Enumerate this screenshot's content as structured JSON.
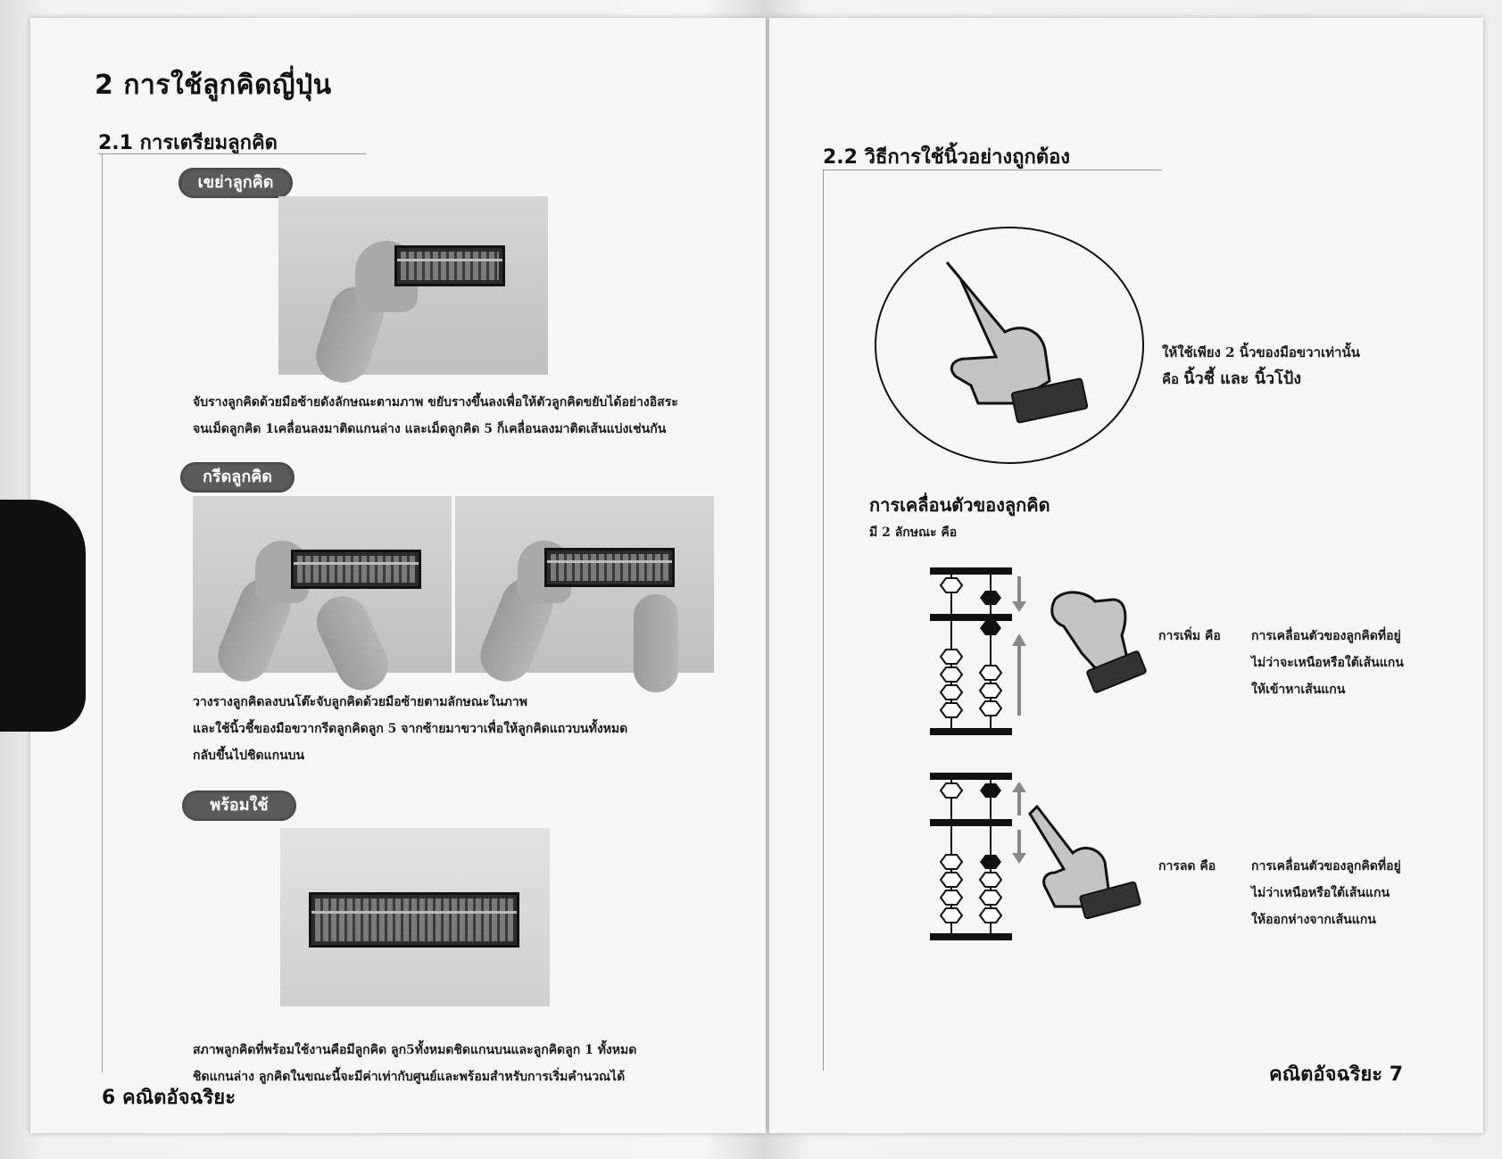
{
  "left": {
    "section_title": "2  การใช้ลูกคิดญี่ปุ่น",
    "subsection_title": "2.1 การเตรียมลูกคิด",
    "step1": {
      "label": "เขย่าลูกคิด",
      "caption_line1": "จับรางลูกคิดด้วยมือซ้ายดังลักษณะตามภาพ  ขยับรางขึ้นลงเพื่อให้ตัวลูกคิดขยับได้อย่างอิสระ",
      "caption_line2": "จนเม็ดลูกคิด 1เคลื่อนลงมาติดแกนล่าง และเม็ดลูกคิด 5 ก็เคลื่อนลงมาติดเส้นแบ่งเช่นกัน"
    },
    "step2": {
      "label": "กรีดลูกคิด",
      "caption_line1": "วางรางลูกคิดลงบนโต๊ะจับลูกคิดด้วยมือซ้ายตามลักษณะในภาพ",
      "caption_line2": "และใช้นิ้วชี้ของมือขวากรีดลูกคิดลูก  5  จากซ้ายมาขวาเพื่อให้ลูกคิดแถวบนทั้งหมด",
      "caption_line3": "กลับขึ้นไปชิดแกนบน"
    },
    "step3": {
      "label": "พร้อมใช้",
      "caption_line1": "สภาพลูกคิดที่พร้อมใช้งานคือมีลูกคิด  ลูก5ทั้งหมดชิดแกนบนและลูกคิดลูก  1  ทั้งหมด",
      "caption_line2": "ชิดแกนล่าง  ลูกคิดในขณะนี้จะมีค่าเท่ากับศูนย์และพร้อมสำหรับการเริ่มคำนวณได้"
    },
    "footer_number": "6",
    "footer_title": "คณิตอัจฉริยะ"
  },
  "right": {
    "subsection_title": "2.2  วิธีการใช้นิ้วอย่างถูกต้อง",
    "finger_text_line1": "ให้ใช้เพียง 2 นิ้วของมือขวาเท่านั้น",
    "finger_text_prefix": "คือ",
    "finger_text_fingers": "นิ้วชี้ และ นิ้วโป้ง",
    "movement_title": "การเคลื่อนตัวของลูกคิด",
    "movement_sub": "มี 2 ลักษณะ คือ",
    "add": {
      "term": "การเพิ่ม คือ",
      "line1": "การเคลื่อนตัวของลูกคิดที่อยู่",
      "line2": "ไม่ว่าจะเหนือหรือใต้เส้นแกน",
      "line3": "ให้เข้าหาเส้นแกน"
    },
    "subtract": {
      "term": "การลด คือ",
      "line1": "การเคลื่อนตัวของลูกคิดที่อยู่",
      "line2": "ไม่ว่าเหนือหรือใต้เส้นแกน",
      "line3": "ให้ออกห่างจากเส้นแกน"
    },
    "footer_title": "คณิตอัจฉริยะ",
    "footer_number": "7"
  },
  "colors": {
    "pill": "#5a5a5a",
    "text": "#111111",
    "page": "#f6f6f6"
  }
}
